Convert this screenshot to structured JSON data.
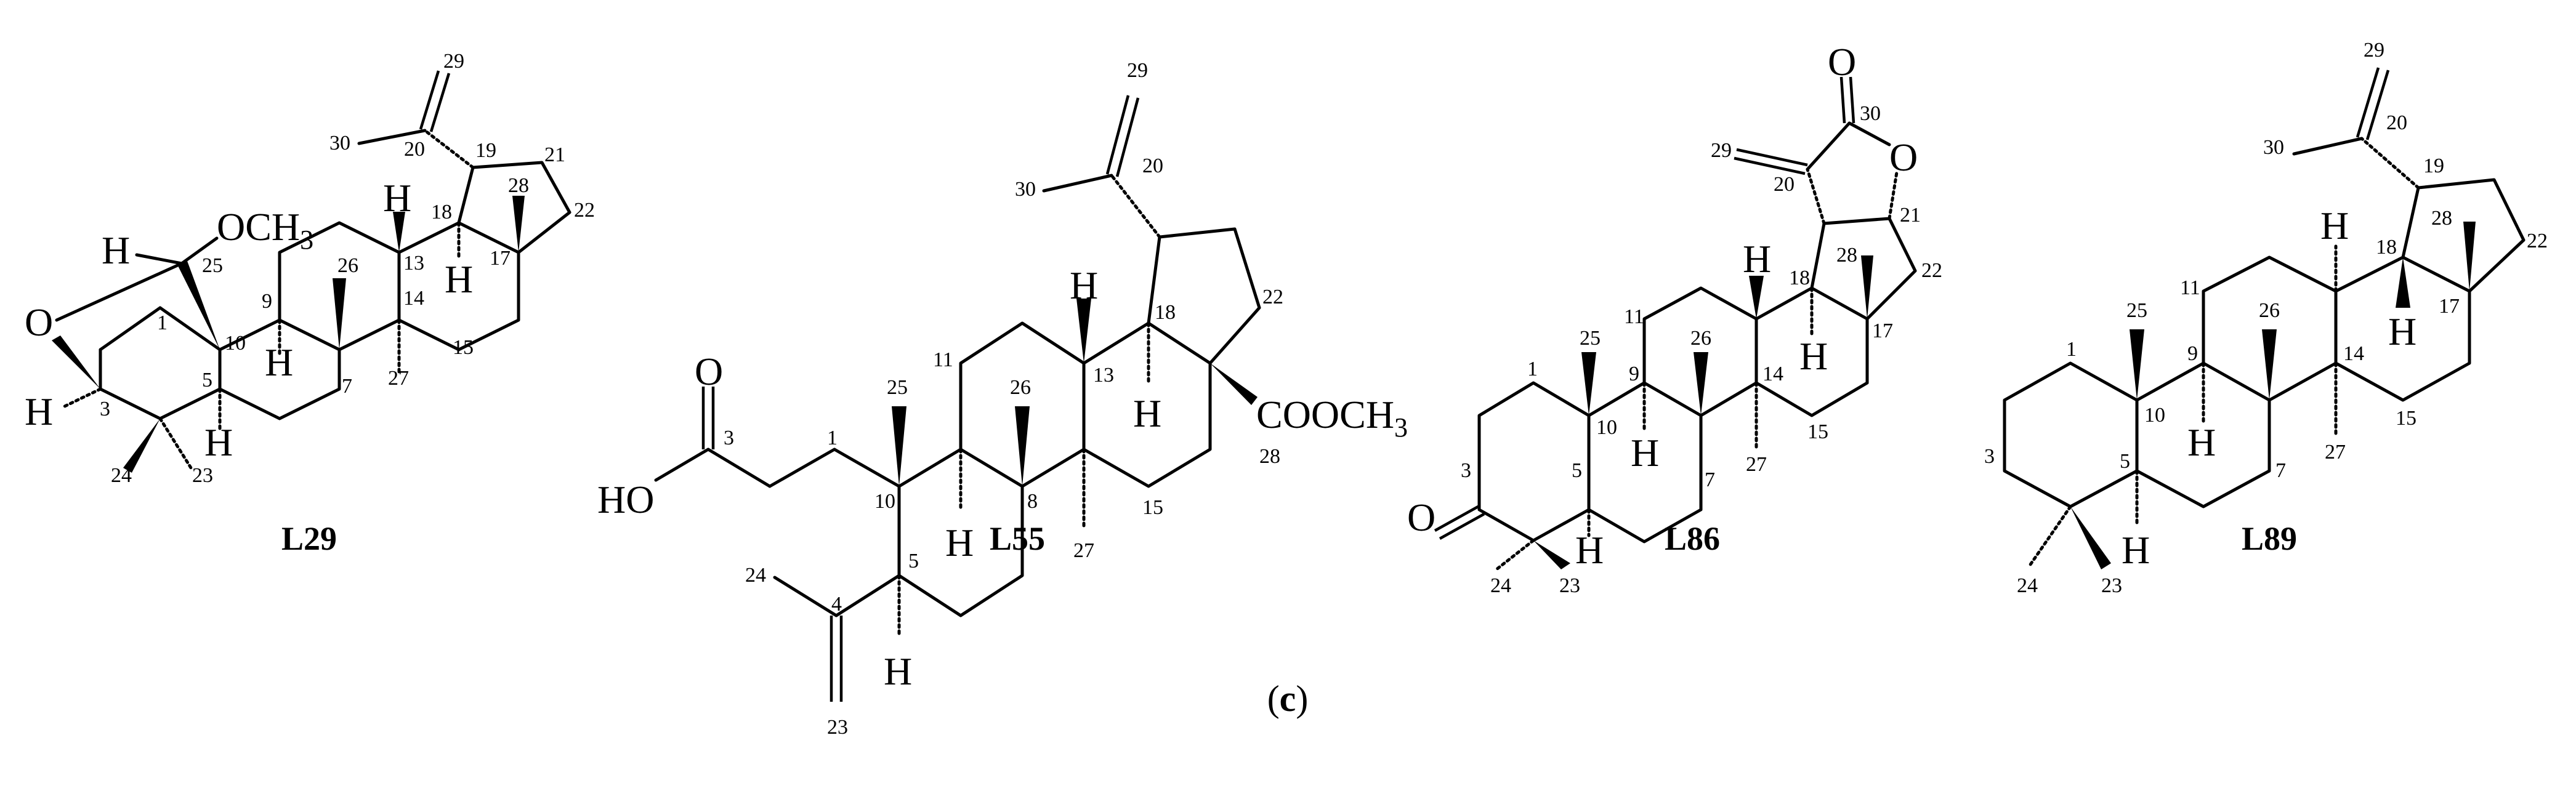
{
  "figure": {
    "panel_label_open": "(",
    "panel_label_letter": "c",
    "panel_label_close": ")"
  },
  "compounds": [
    {
      "name": "L29",
      "substituents": {
        "och3_O": "OCH",
        "och3_sub": "3",
        "ring_O": "O",
        "H_25": "H",
        "H_3": "H",
        "H_5": "H",
        "H_9": "H",
        "H_13": "H",
        "H_18": "H"
      },
      "locants": [
        "1",
        "3",
        "5",
        "7",
        "9",
        "10",
        "13",
        "14",
        "15",
        "17",
        "18",
        "19",
        "20",
        "21",
        "22",
        "23",
        "24",
        "25",
        "26",
        "27",
        "28",
        "29",
        "30"
      ]
    },
    {
      "name": "L55",
      "substituents": {
        "acid_O": "O",
        "acid_HO": "HO",
        "ester": "COOCH",
        "ester_sub": "3",
        "H_5": "H",
        "H_9": "H",
        "H_13": "H",
        "H_18": "H"
      },
      "locants": [
        "1",
        "3",
        "4",
        "5",
        "8",
        "10",
        "11",
        "13",
        "15",
        "18",
        "20",
        "22",
        "23",
        "24",
        "25",
        "26",
        "27",
        "28",
        "29",
        "30"
      ]
    },
    {
      "name": "L86",
      "substituents": {
        "ketone_O": "O",
        "lactone_carbonyl_O": "O",
        "lactone_ring_O": "O",
        "H_5": "H",
        "H_9": "H",
        "H_13": "H",
        "H_18": "H"
      },
      "locants": [
        "1",
        "3",
        "5",
        "7",
        "9",
        "10",
        "11",
        "14",
        "15",
        "17",
        "18",
        "20",
        "21",
        "22",
        "23",
        "24",
        "25",
        "26",
        "27",
        "28",
        "29",
        "30"
      ]
    },
    {
      "name": "L89",
      "substituents": {
        "H_5": "H",
        "H_9": "H",
        "H_13": "H",
        "H_18": "H"
      },
      "locants": [
        "1",
        "3",
        "5",
        "7",
        "9",
        "10",
        "11",
        "14",
        "15",
        "17",
        "18",
        "19",
        "20",
        "22",
        "23",
        "24",
        "25",
        "26",
        "27",
        "28",
        "29",
        "30"
      ]
    }
  ]
}
